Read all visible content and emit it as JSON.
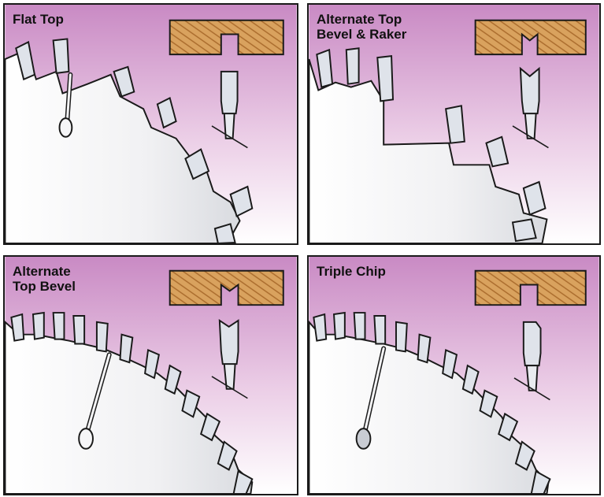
{
  "panels": [
    {
      "title": "Flat Top",
      "grind": "flat"
    },
    {
      "title": "Alternate Top\nBevel & Raker",
      "grind": "atb-raker"
    },
    {
      "title": "Alternate\nTop Bevel",
      "grind": "atb"
    },
    {
      "title": "Triple Chip",
      "grind": "triple-chip"
    }
  ],
  "colors": {
    "background_top": "#c98ac4",
    "background_bottom": "#ffffff",
    "wood": "#d9a25e",
    "blade": "#f2f2f4",
    "tooth_carbide": "#dfe3ea",
    "outline": "#1a1a1a"
  },
  "icons": [
    "saw-blade-icon",
    "saw-tooth-icon",
    "wood-kerf-icon",
    "tooth-profile-icon",
    "expansion-slot-icon"
  ]
}
